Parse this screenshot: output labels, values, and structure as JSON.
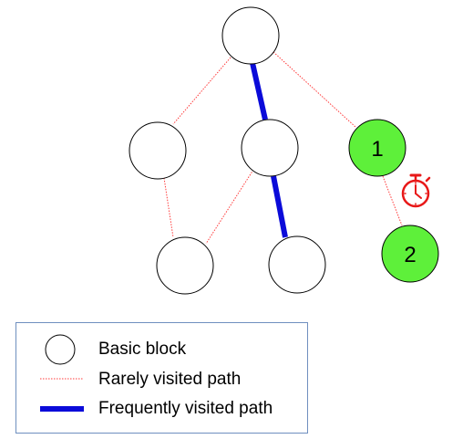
{
  "diagram": {
    "nodes": [
      {
        "id": "root",
        "label": ""
      },
      {
        "id": "left",
        "label": ""
      },
      {
        "id": "mid",
        "label": ""
      },
      {
        "id": "node1",
        "label": "1",
        "highlight": true
      },
      {
        "id": "leftleaf",
        "label": ""
      },
      {
        "id": "midleaf",
        "label": ""
      },
      {
        "id": "node2",
        "label": "2",
        "highlight": true
      }
    ],
    "edges": [
      {
        "from": "root",
        "to": "left",
        "kind": "rare"
      },
      {
        "from": "root",
        "to": "mid",
        "kind": "frequent"
      },
      {
        "from": "root",
        "to": "node1",
        "kind": "rare"
      },
      {
        "from": "left",
        "to": "leftleaf",
        "kind": "rare"
      },
      {
        "from": "mid",
        "to": "leftleaf",
        "kind": "rare"
      },
      {
        "from": "mid",
        "to": "midleaf",
        "kind": "frequent"
      },
      {
        "from": "node1",
        "to": "node2",
        "kind": "rare"
      }
    ],
    "timer_icon": "stopwatch-icon"
  },
  "legend": {
    "basic_block": "Basic block",
    "rare_path": "Rarely visited path",
    "frequent_path": "Frequently visited path"
  },
  "colors": {
    "node_fill": "#ffffff",
    "node_stroke": "#000000",
    "highlight_fill": "#5ef03a",
    "rare_edge": "#ff3b3b",
    "frequent_edge": "#0b0bd9",
    "timer": "#e81818",
    "legend_border": "#6f8fbf"
  }
}
